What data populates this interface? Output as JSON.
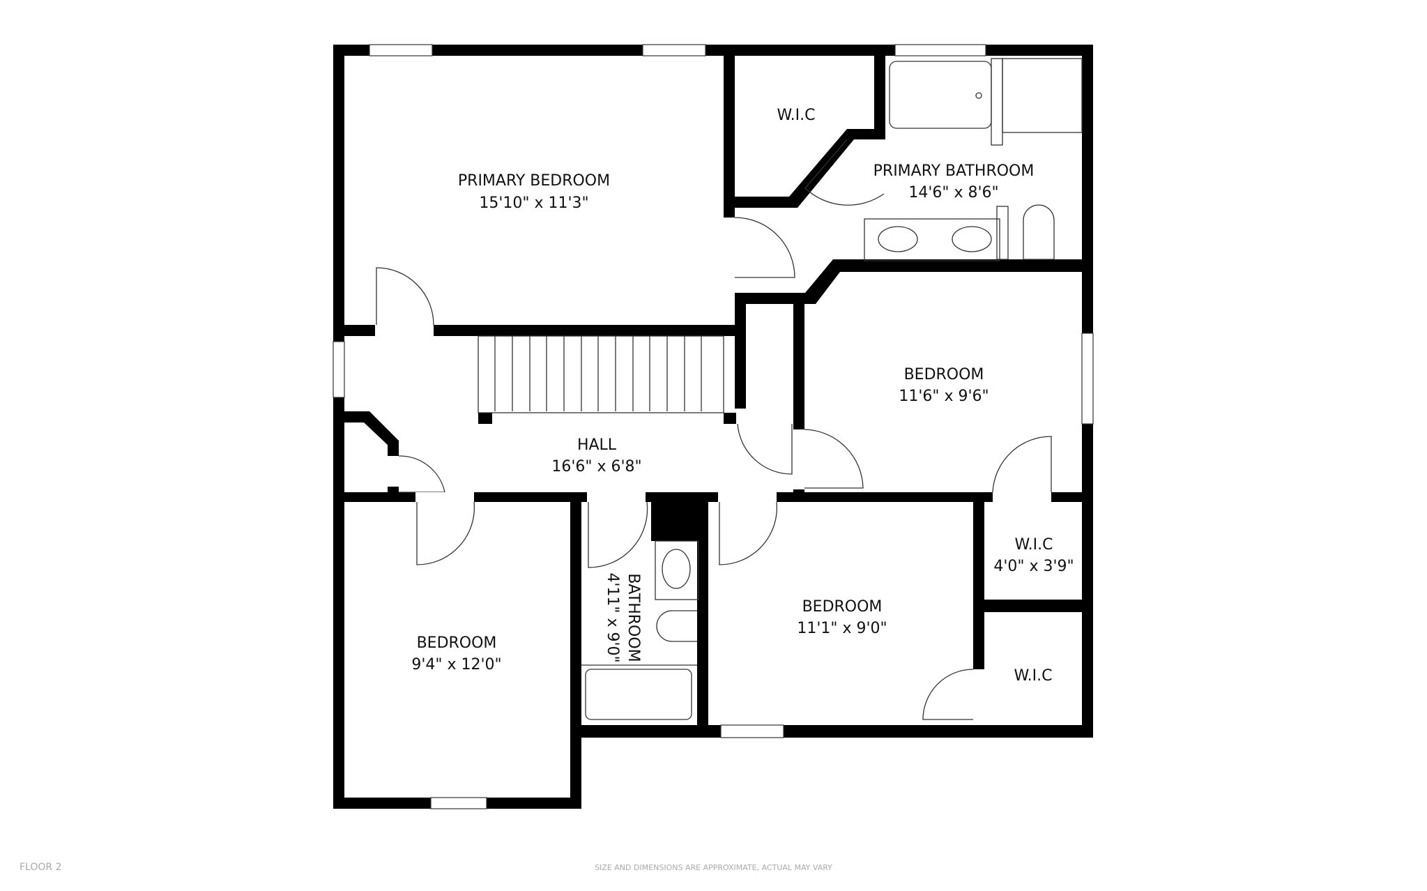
{
  "rooms": {
    "primary_bedroom": {
      "name": "PRIMARY BEDROOM",
      "dims": "15'10\" x 11'3\""
    },
    "wic_top": {
      "name": "W.I.C"
    },
    "primary_bathroom": {
      "name": "PRIMARY BATHROOM",
      "dims": "14'6\" x 8'6\""
    },
    "bedroom_east": {
      "name": "BEDROOM",
      "dims": "11'6\" x 9'6\""
    },
    "hall": {
      "name": "HALL",
      "dims": "16'6\" x 6'8\""
    },
    "bedroom_sw": {
      "name": "BEDROOM",
      "dims": "9'4\" x 12'0\""
    },
    "bathroom": {
      "name": "BATHROOM",
      "dims": "4'11\" x 9'0\""
    },
    "bedroom_south": {
      "name": "BEDROOM",
      "dims": "11'1\" x 9'0\""
    },
    "wic_small": {
      "name": "W.I.C",
      "dims": "4'0\" x 3'9\""
    },
    "wic_bottom": {
      "name": "W.I.C"
    }
  },
  "footer": {
    "floor_label": "FLOOR 2",
    "disclaimer": "SIZE AND DIMENSIONS ARE APPROXIMATE, ACTUAL MAY VARY"
  },
  "colors": {
    "wall": "#000000",
    "background": "#ffffff",
    "footer_text": "#aaaaaa"
  }
}
